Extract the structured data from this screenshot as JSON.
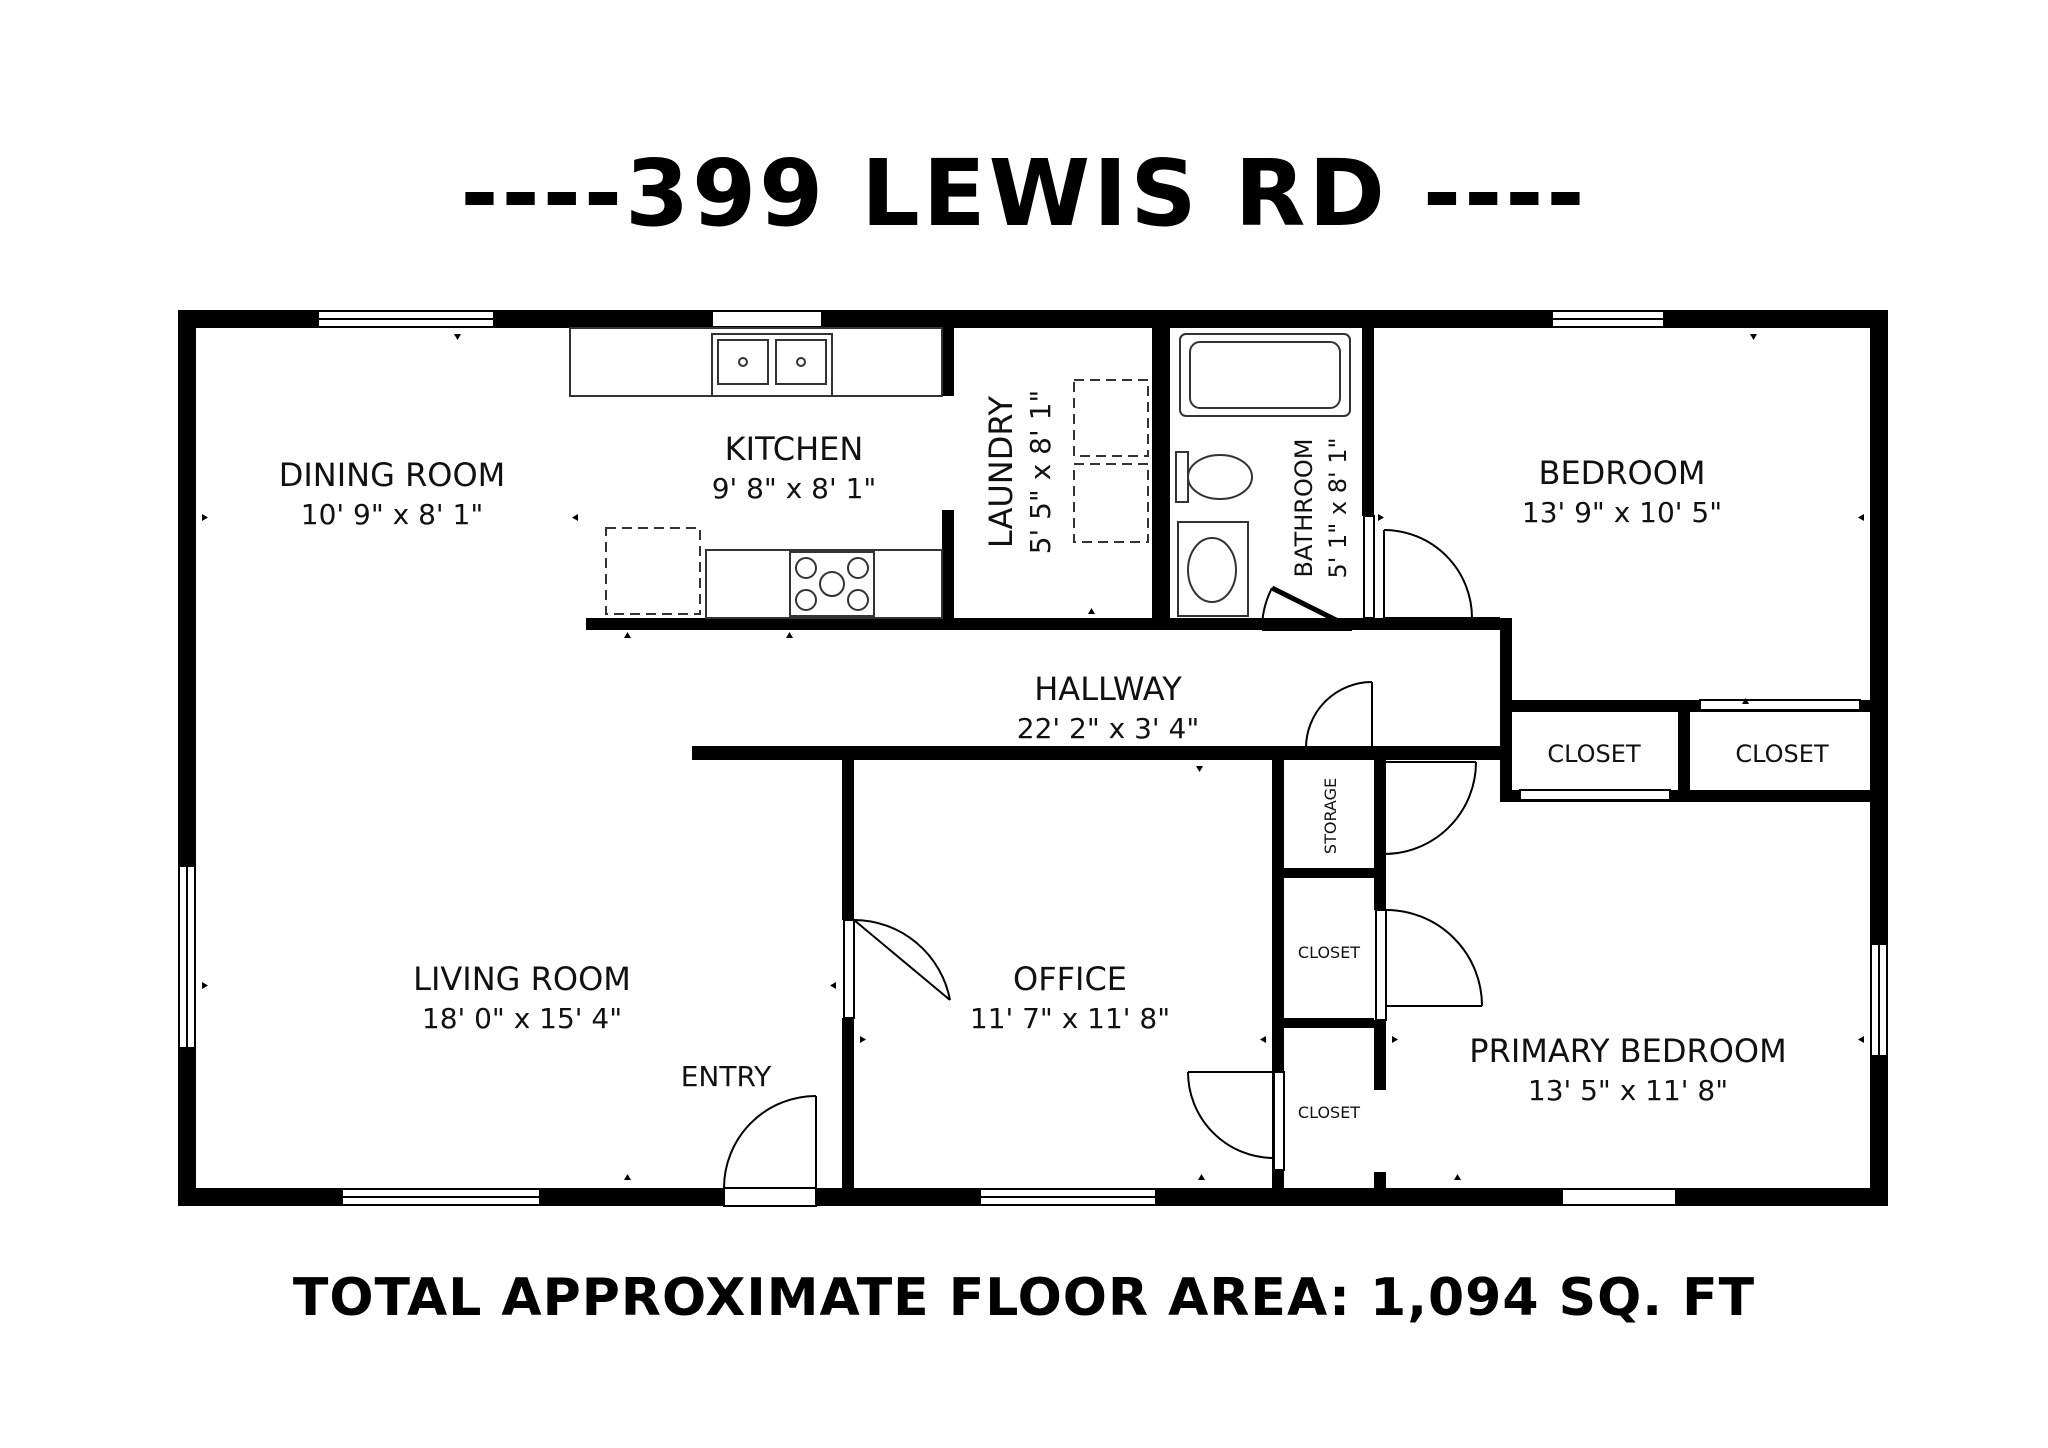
{
  "title": "----399 LEWIS RD ----",
  "footer": "TOTAL APPROXIMATE FLOOR AREA: 1,094 SQ. FT",
  "rooms": {
    "dining": {
      "name": "DINING ROOM",
      "dims": "10' 9\" x 8' 1\""
    },
    "kitchen": {
      "name": "KITCHEN",
      "dims": "9' 8\" x 8' 1\""
    },
    "laundry": {
      "name": "LAUNDRY",
      "dims": "5' 5\" x 8' 1\""
    },
    "bathroom": {
      "name": "BATHROOM",
      "dims": "5' 1\" x 8' 1\""
    },
    "bedroom": {
      "name": "BEDROOM",
      "dims": "13' 9\" x 10' 5\""
    },
    "hallway": {
      "name": "HALLWAY",
      "dims": "22' 2\" x 3' 4\""
    },
    "closet_a": {
      "name": "CLOSET"
    },
    "closet_b": {
      "name": "CLOSET"
    },
    "storage": {
      "name": "STORAGE"
    },
    "closet_c": {
      "name": "CLOSET"
    },
    "closet_d": {
      "name": "CLOSET"
    },
    "living": {
      "name": "LIVING ROOM",
      "dims": "18' 0\" x 15' 4\""
    },
    "entry": {
      "name": "ENTRY"
    },
    "office": {
      "name": "OFFICE",
      "dims": "11' 7\" x 11' 8\""
    },
    "primary": {
      "name": "PRIMARY BEDROOM",
      "dims": "13' 5\" x 11' 8\""
    }
  }
}
